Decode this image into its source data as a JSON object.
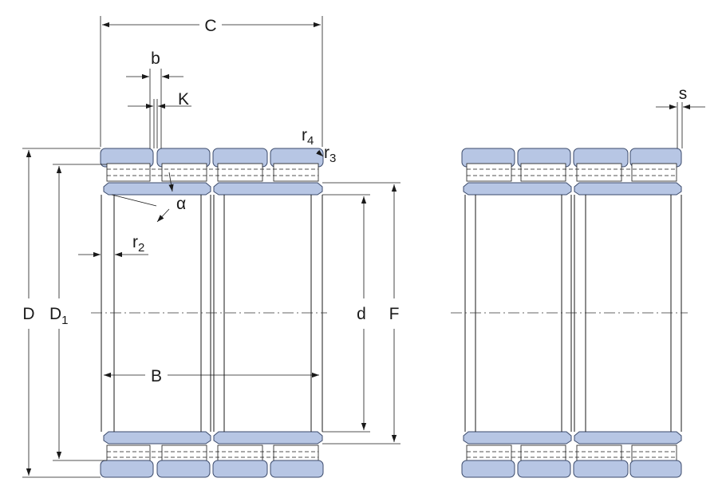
{
  "labels": {
    "C": "C",
    "b": "b",
    "K": "K",
    "r4": "r",
    "r4_sub": "4",
    "r3": "r",
    "r3_sub": "3",
    "alpha": "α",
    "r2": "r",
    "r2_sub": "2",
    "D": "D",
    "D1": "D",
    "D1_sub": "1",
    "d": "d",
    "F": "F",
    "B": "B",
    "s": "s"
  },
  "colors": {
    "ring_fill": "#b7c6e4",
    "ring_stroke": "#3b4a6b",
    "line": "#1a1a1a",
    "background": "#ffffff"
  }
}
